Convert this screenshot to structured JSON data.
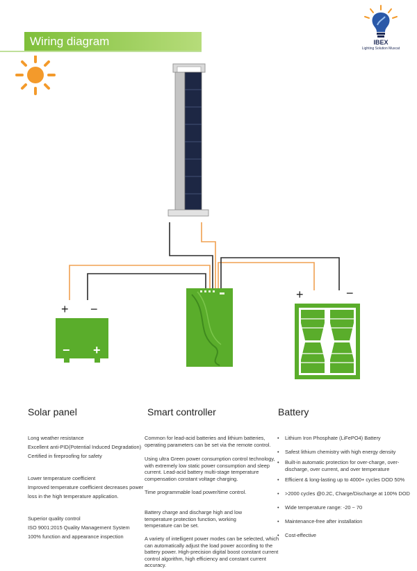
{
  "header": {
    "title": "Wiring diagram"
  },
  "logo": {
    "name": "IBEX",
    "tagline": "Lighting Solution Muscat"
  },
  "battery_symbol": {
    "plus": "+",
    "minus": "−",
    "face_minus": "−",
    "face_plus": "+"
  },
  "panel_symbol": {
    "plus": "+",
    "minus": "−"
  },
  "solar_panel": {
    "title": "Solar panel",
    "lines": [
      "Long weather resistance",
      "Excellent anti-PID(Potential Induced Degradation)",
      "Certified in fireproofing for safety",
      "Lower temperature coefficient",
      "Improved temperature coefficient decreases power",
      "loss in the high temperature application.",
      "Superior quality control",
      "ISO 9001:2015 Quality Management System",
      "100% function and appearance inspection"
    ]
  },
  "smart_controller": {
    "title": "Smart controller",
    "paragraphs": [
      [
        "Common for lead-acid batteries and lithium batteries,",
        "operating parameters can be set via the remote control."
      ],
      [
        "Using ultra Green power consumption control technology,",
        "with extremely low static power consumption and sleep",
        "current. Lead-acid battery multi-stage temperature",
        "compensation constant voltage charging."
      ],
      [
        "Time programmable load power/time control."
      ],
      [
        "Battery charge and discharge high and low",
        "temperature protection function, working",
        "temperature can be set."
      ],
      [
        "A variety of intelligent power modes can be selected, which",
        "can automatically adjust the load power according to the",
        "battery power. High-precision digital boost constant current",
        "control algorithm, high efficiency and constant current",
        "accuracy."
      ]
    ]
  },
  "battery": {
    "title": "Battery",
    "items": [
      [
        "Lithium Iron Phosphate (LiFePO4) Battery"
      ],
      [
        "Safest lithium chemistry with high energy density"
      ],
      [
        "Built-in automatic protection for over-charge, over-",
        "discharge, over current, and over temperature"
      ],
      [
        "Efficient & long-lasting up to 4000+ cycles DOD 50%"
      ],
      [
        ">2000 cycles @0.2C, Charge/Discharge at 100% DOD"
      ],
      [
        "Wide temperature range: -20  ~ 70"
      ],
      [
        "Maintenance-free after installation"
      ],
      [
        "Cost-effective"
      ]
    ]
  },
  "colors": {
    "accent_green": "#7fbf3a",
    "device_green": "#5aad2b",
    "sun_orange": "#f39a2b",
    "wire_orange": "#f0a050",
    "wire_black": "#2b2b2b"
  }
}
